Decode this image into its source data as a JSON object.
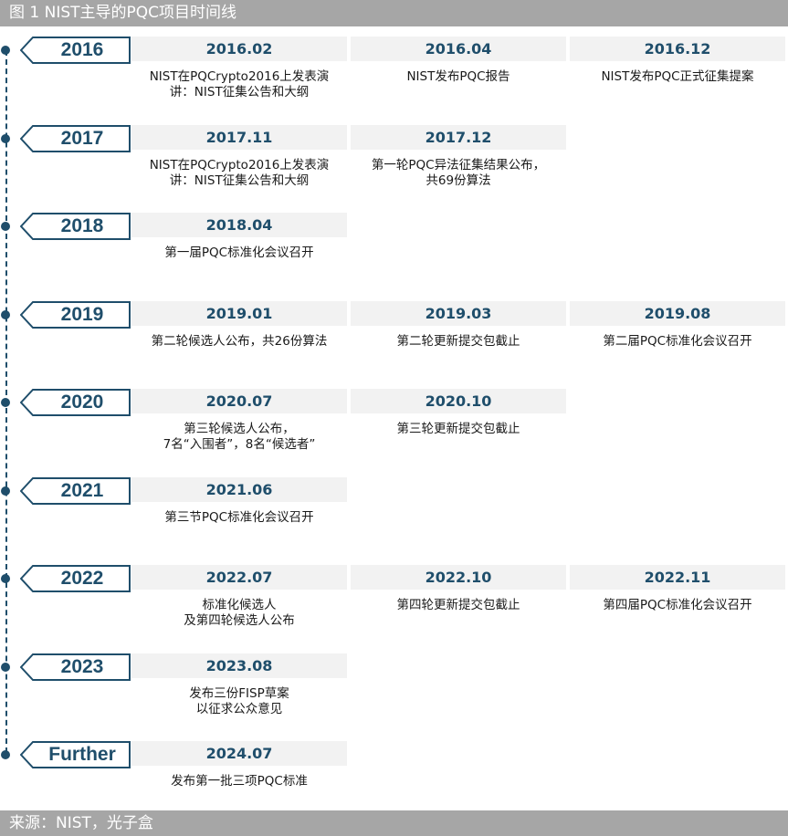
{
  "title": "图 1   NIST主导的PQC项目时间线",
  "source": "来源：NIST，光子盒",
  "colors": {
    "accent": "#1f4e6b",
    "bar": "#a6a6a6",
    "cell": "#f2f2f2"
  },
  "rows": [
    {
      "year": "2016",
      "events": [
        {
          "date": "2016.02",
          "desc": "NIST在PQCrypto2016上发表演\n讲：NIST征集公告和大纲"
        },
        {
          "date": "2016.04",
          "desc": "NIST发布PQC报告"
        },
        {
          "date": "2016.12",
          "desc": "NIST发布PQC正式征集提案"
        }
      ]
    },
    {
      "year": "2017",
      "events": [
        {
          "date": "2017.11",
          "desc": "NIST在PQCrypto2016上发表演\n讲：NIST征集公告和大纲"
        },
        {
          "date": "2017.12",
          "desc": "第一轮PQC异法征集结果公布，\n共69份算法"
        }
      ]
    },
    {
      "year": "2018",
      "events": [
        {
          "date": "2018.04",
          "desc": "第一届PQC标准化会议召开"
        }
      ]
    },
    {
      "year": "2019",
      "events": [
        {
          "date": "2019.01",
          "desc": "第二轮候选人公布，共26份算法"
        },
        {
          "date": "2019.03",
          "desc": "第二轮更新提交包截止"
        },
        {
          "date": "2019.08",
          "desc": "第二届PQC标准化会议召开"
        }
      ]
    },
    {
      "year": "2020",
      "events": [
        {
          "date": "2020.07",
          "desc": "第三轮候选人公布，\n7名“入围者”，8名“候选者”"
        },
        {
          "date": "2020.10",
          "desc": "第三轮更新提交包截止"
        }
      ]
    },
    {
      "year": "2021",
      "events": [
        {
          "date": "2021.06",
          "desc": "第三节PQC标准化会议召开"
        }
      ]
    },
    {
      "year": "2022",
      "events": [
        {
          "date": "2022.07",
          "desc": "标准化候选人\n及第四轮候选人公布"
        },
        {
          "date": "2022.10",
          "desc": "第四轮更新提交包截止"
        },
        {
          "date": "2022.11",
          "desc": "第四届PQC标准化会议召开"
        }
      ]
    },
    {
      "year": "2023",
      "events": [
        {
          "date": "2023.08",
          "desc": "发布三份FISP草案\n以征求公众意见"
        }
      ]
    },
    {
      "year": "Further",
      "events": [
        {
          "date": "2024.07",
          "desc": "发布第一批三项PQC标准"
        }
      ]
    }
  ]
}
